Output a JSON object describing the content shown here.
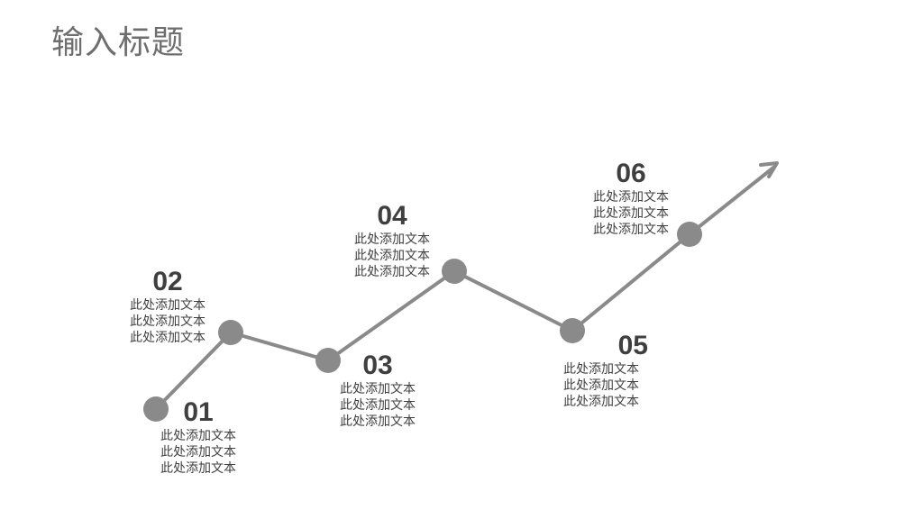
{
  "title": "输入标题",
  "colors": {
    "line": "#8a8a8a",
    "node": "#8a8a8a",
    "text": "#3f3f3f",
    "title": "#6e6e6e"
  },
  "steps": [
    {
      "number": "01",
      "lines": [
        "此处添加文本",
        "此处添加文本",
        "此处添加文本"
      ]
    },
    {
      "number": "02",
      "lines": [
        "此处添加文本",
        "此处添加文本",
        "此处添加文本"
      ]
    },
    {
      "number": "03",
      "lines": [
        "此处添加文本",
        "此处添加文本",
        "此处添加文本"
      ]
    },
    {
      "number": "04",
      "lines": [
        "此处添加文本",
        "此处添加文本",
        "此处添加文本"
      ]
    },
    {
      "number": "05",
      "lines": [
        "此处添加文本",
        "此处添加文本",
        "此处添加文本"
      ]
    },
    {
      "number": "06",
      "lines": [
        "此处添加文本",
        "此处添加文本",
        "此处添加文本"
      ]
    }
  ]
}
